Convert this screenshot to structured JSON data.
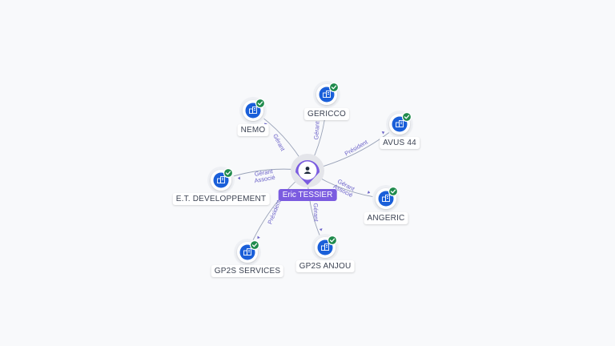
{
  "center": {
    "name": "Eric TESSIER",
    "icon": "person-icon"
  },
  "companies": [
    {
      "name": "NEMO",
      "icon": "building-icon",
      "status": "check-icon"
    },
    {
      "name": "GERICCO",
      "icon": "building-icon",
      "status": "check-icon"
    },
    {
      "name": "AVUS 44",
      "icon": "building-icon",
      "status": "check-icon"
    },
    {
      "name": "E.T. DEVELOPPEMENT",
      "icon": "building-icon",
      "status": "check-icon"
    },
    {
      "name": "ANGERIC",
      "icon": "building-icon",
      "status": "check-icon"
    },
    {
      "name": "GP2S SERVICES",
      "icon": "building-icon",
      "status": "check-icon"
    },
    {
      "name": "GP2S ANJOU",
      "icon": "building-icon",
      "status": "check-icon"
    }
  ],
  "edges": [
    {
      "lines": [
        "Gérant"
      ]
    },
    {
      "lines": [
        "Gérant"
      ]
    },
    {
      "lines": [
        "Président"
      ]
    },
    {
      "lines": [
        "Gérant",
        "Associé"
      ]
    },
    {
      "lines": [
        "Gérant",
        "Associé"
      ]
    },
    {
      "lines": [
        "Président"
      ]
    },
    {
      "lines": [
        "Gérant"
      ]
    }
  ],
  "colors": {
    "node_blue": "#1a5fd9",
    "check_green": "#1f8a4c",
    "person_accent": "#7b5ce0",
    "edge_line": "#9aa3b8",
    "edge_text": "#6c63c9"
  }
}
